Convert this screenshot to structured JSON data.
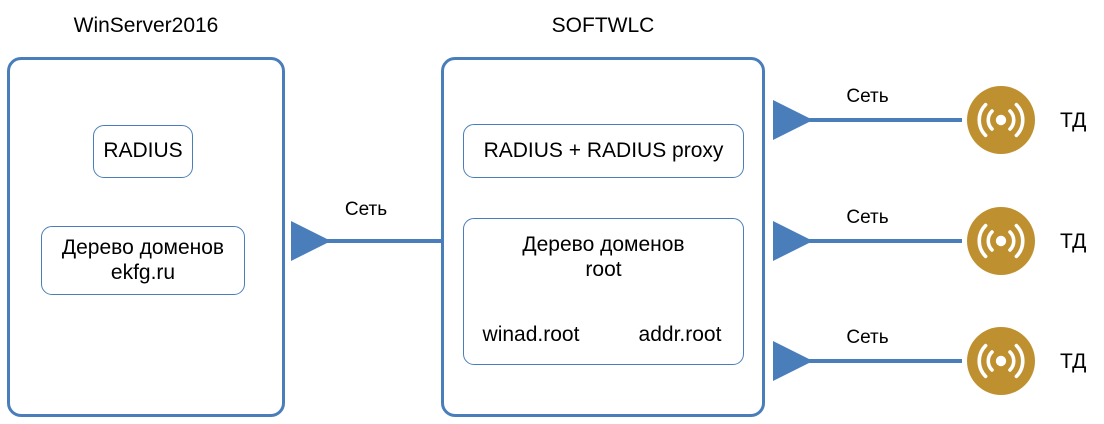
{
  "diagram": {
    "background": "#ffffff",
    "accent_blue": "#4A7EBB",
    "accent_gold": "#BF9030",
    "arrow_black": "#000000"
  },
  "servers": [
    {
      "title": "WinServer2016",
      "boxes": [
        {
          "label": "RADIUS"
        }
      ],
      "domain_tree": {
        "line1": "Дерево доменов",
        "line2": "ekfg.ru"
      }
    },
    {
      "title": "SOFTWLC",
      "boxes": [
        {
          "label": "RADIUS + RADIUS proxy"
        }
      ],
      "domain_tree": {
        "line1": "Дерево доменов",
        "line2": "root",
        "children": [
          {
            "label": "winad.root"
          },
          {
            "label": "addr.root"
          }
        ]
      }
    }
  ],
  "links": {
    "server_to_server": {
      "label": "Сеть"
    },
    "ap_links": [
      {
        "label": "Сеть"
      },
      {
        "label": "Сеть"
      },
      {
        "label": "Сеть"
      }
    ]
  },
  "access_points": [
    {
      "label": "ТД",
      "icon": "wifi-access-point-icon"
    },
    {
      "label": "ТД",
      "icon": "wifi-access-point-icon"
    },
    {
      "label": "ТД",
      "icon": "wifi-access-point-icon"
    }
  ]
}
